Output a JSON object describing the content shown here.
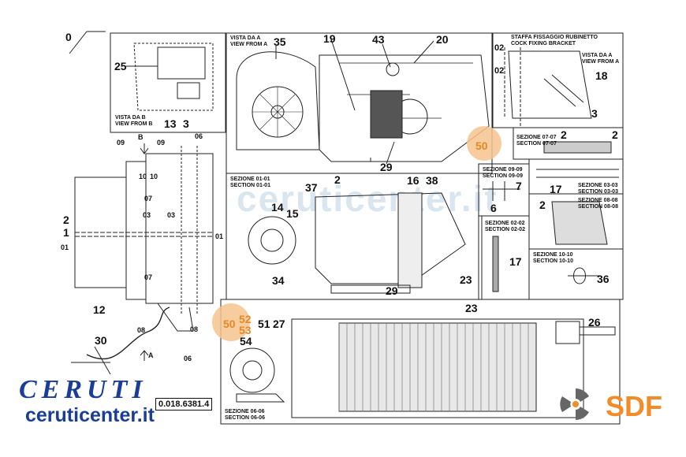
{
  "callouts": {
    "n0": "0",
    "n25": "25",
    "n13": "13",
    "n3a": "3",
    "n35": "35",
    "n19": "19",
    "n43": "43",
    "n20": "20",
    "n29a": "29",
    "n29b": "29",
    "n18": "18",
    "n3b": "3",
    "n2a": "2",
    "n2b": "2",
    "n7": "7",
    "n6": "6",
    "n17a": "17",
    "n17b": "17",
    "n2c": "2",
    "n16": "16",
    "n38": "38",
    "n37": "37",
    "n2d": "2",
    "n14": "14",
    "n15": "15",
    "n34": "34",
    "n23a": "23",
    "n23b": "23",
    "n36": "36",
    "n2e": "2",
    "n1": "1",
    "n12": "12",
    "n30": "30",
    "n26": "26",
    "n51": "51",
    "n27": "27",
    "n54": "54",
    "n02a": "02",
    "n02b": "02"
  },
  "highlight_numbers": {
    "h50a": "50",
    "h50b": "50",
    "h52": "52",
    "h53": "53"
  },
  "section_markers": {
    "m09a": "09",
    "m09b": "09",
    "m06a": "06",
    "m06b": "06",
    "m10a": "10",
    "m10b": "10",
    "m07a": "07",
    "m07b": "07",
    "m03a": "03",
    "m03b": "03",
    "m01a": "01",
    "m01b": "01",
    "m08a": "08",
    "m08b": "08",
    "mB": "B",
    "mA": "A"
  },
  "captions": {
    "view_b": "VISTA DA B\nVIEW FROM B",
    "view_a": "VISTA DA A\nVIEW FROM A",
    "bracket": "STAFFA FISSAGGIO RUBINETTO\nCOCK FIXING BRACKET",
    "view_a2": "VISTA DA A\nVIEW FROM A",
    "sec_07": "SEZIONE 07-07\nSECTION 07-07",
    "sec_09": "SEZIONE 09-09\nSECTION 09-09",
    "sec_03": "SEZIONE 03-03\nSECTION 03-03",
    "sec_08": "SEZIONE 08-08\nSECTION 08-08",
    "sec_02": "SEZIONE 02-02\nSECTION 02-02",
    "sec_10": "SEZIONE 10-10\nSECTION 10-10",
    "sec_01": "SEZIONE 01-01\nSECTION 01-01",
    "sec_06": "SEZIONE 06-06\nSECTION 06-06"
  },
  "drawing_code": "0.018.6381.4",
  "brand": {
    "name": "CERUTI",
    "url": "ceruticenter.it",
    "partner": "SDF"
  },
  "watermark": "ceruticenter.it",
  "colors": {
    "brand_blue": "#1a3d9a",
    "highlight": "#f6c48e",
    "highlight_text": "#e08a2a",
    "sdf_orange": "#f28c28",
    "line": "#222222"
  }
}
